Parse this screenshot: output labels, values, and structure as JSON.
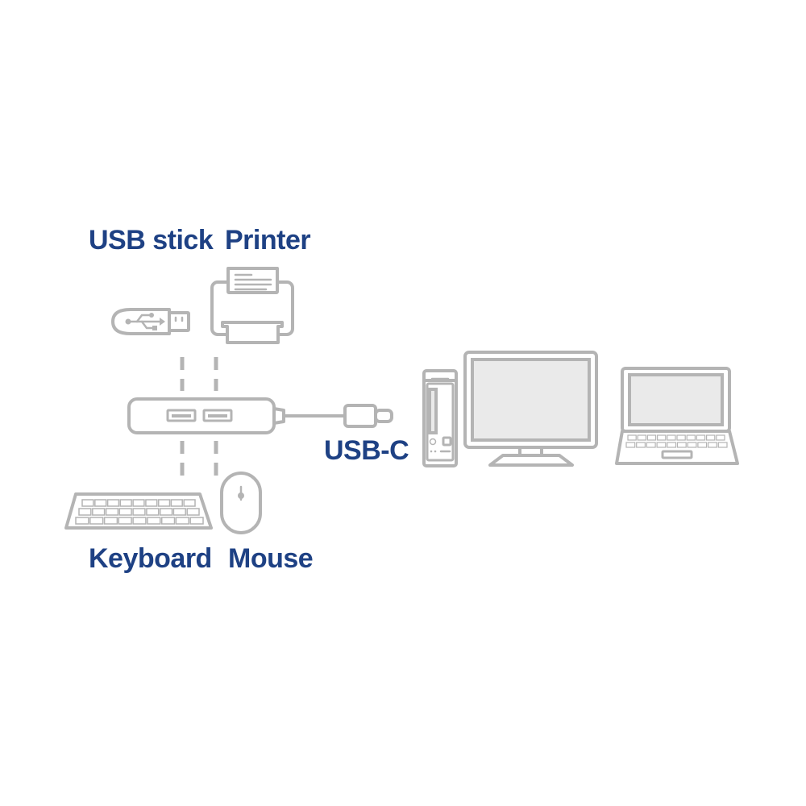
{
  "labels": {
    "usb_stick": "USB stick",
    "printer": "Printer",
    "keyboard": "Keyboard",
    "mouse": "Mouse",
    "usb_c": "USB-C"
  },
  "colors": {
    "label_text": "#1e4184",
    "line_art": "#b4b4b4",
    "screen_fill": "#eaeaea",
    "background": "#ffffff"
  }
}
